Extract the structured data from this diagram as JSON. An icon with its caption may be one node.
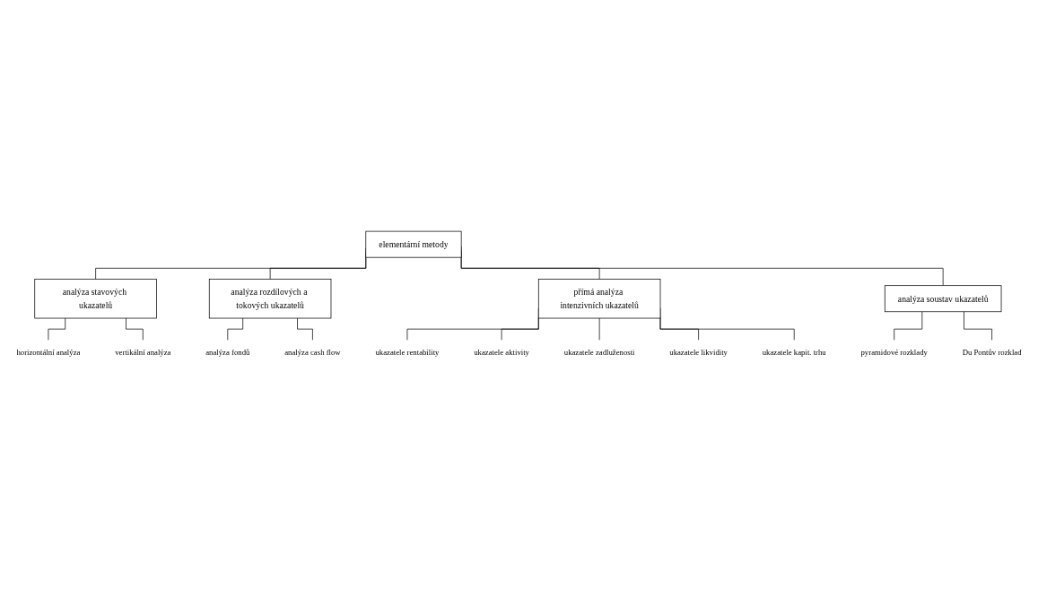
{
  "diagram": {
    "nodes": [
      {
        "text": [
          "elementární metody"
        ]
      },
      {
        "text": [
          "analýza stavových ukazatelů"
        ]
      },
      {
        "text": [
          "analýza rozdílových a tokových ukazatelů"
        ]
      },
      {
        "text": [
          "přímá analýza intenzivních ukazatelů"
        ]
      },
      {
        "text": [
          "analýza soustav ukazatelů"
        ]
      },
      {
        "text": [
          "horizontální analýza"
        ]
      },
      {
        "text": [
          "vertikální analýza"
        ]
      },
      {
        "text": [
          "analýza fondů"
        ]
      },
      {
        "text": [
          "analýza cash flow"
        ]
      },
      {
        "text": [
          "ukazatele rentability"
        ]
      },
      {
        "text": [
          "ukazatele aktivity"
        ]
      },
      {
        "text": [
          "ukazatele zadluženosti"
        ]
      },
      {
        "text": [
          "ukazatele likvidity"
        ]
      },
      {
        "text": [
          "ukazatele kapit. trhu"
        ]
      },
      {
        "text": [
          "pyramidové rozklady"
        ]
      },
      {
        "text": [
          "Du Pontův rozklad"
        ]
      }
    ],
    "edges": [
      {
        "from": 0,
        "to": 1,
        "arrow": "none"
      },
      {
        "from": 0,
        "to": 2,
        "arrow": "none"
      },
      {
        "from": 0,
        "to": 3,
        "arrow": "none"
      },
      {
        "from": 0,
        "to": 4,
        "arrow": "none"
      },
      {
        "from": 1,
        "to": 5,
        "arrow": "none"
      },
      {
        "from": 1,
        "to": 6,
        "arrow": "none"
      },
      {
        "from": 2,
        "to": 7,
        "arrow": "none"
      },
      {
        "from": 2,
        "to": 8,
        "arrow": "none"
      },
      {
        "from": 3,
        "to": 9,
        "arrow": "none"
      },
      {
        "from": 3,
        "to": 10,
        "arrow": "none"
      },
      {
        "from": 3,
        "to": 11,
        "arrow": "none"
      },
      {
        "from": 3,
        "to": 12,
        "arrow": "none"
      },
      {
        "from": 3,
        "to": 13,
        "arrow": "none"
      },
      {
        "from": 4,
        "to": 14,
        "arrow": "none"
      },
      {
        "from": 4,
        "to": 15,
        "arrow": "none"
      }
    ]
  }
}
